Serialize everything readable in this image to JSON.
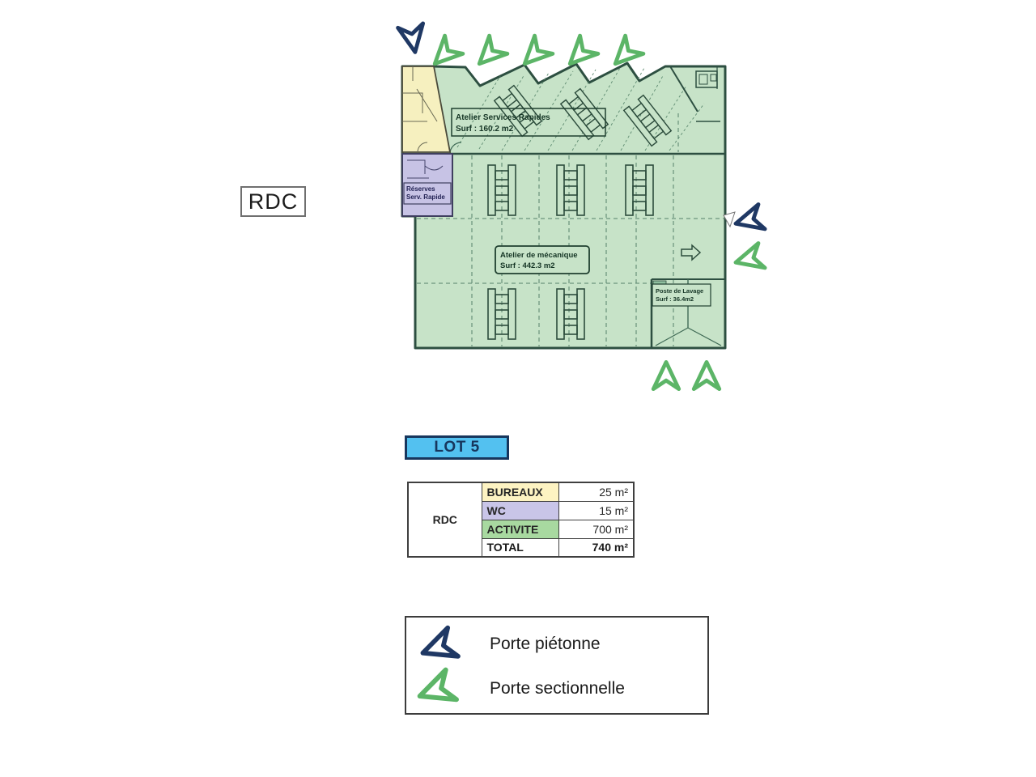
{
  "floor_label": "RDC",
  "lot": {
    "label": "LOT 5"
  },
  "plan": {
    "labels": {
      "atelier_services": {
        "line1": "Atelier Services Rapides",
        "line2": "Surf : 160.2 m2"
      },
      "reserves": {
        "line1": "Réserves",
        "line2": "Serv. Rapide"
      },
      "atelier_mecanique": {
        "line1": "Atelier de mécanique",
        "line2": "Surf : 442.3 m2"
      },
      "poste_lavage": {
        "line1": "Poste de Lavage",
        "line2": "Surf : 36.4m2"
      }
    },
    "area_colors": {
      "activite": "#c7e3c8",
      "bureaux": "#f6f0bf",
      "wc": "#c7c3e5"
    }
  },
  "surface_table": {
    "floor": "RDC",
    "rows": [
      {
        "label": "BUREAUX",
        "value": "25 m²"
      },
      {
        "label": "WC",
        "value": "15 m²"
      },
      {
        "label": "ACTIVITE",
        "value": "700 m²"
      },
      {
        "label": "TOTAL",
        "value": "740 m²"
      }
    ]
  },
  "legend": {
    "items": [
      {
        "icon": "porte-pietonne-arrow-icon",
        "label": "Porte piétonne",
        "color": "#1f3864"
      },
      {
        "icon": "porte-sectionnelle-arrow-icon",
        "label": "Porte sectionnelle",
        "color": "#5cb567"
      }
    ]
  },
  "colors": {
    "lot_fill": "#53c1f0",
    "navy": "#1f3864",
    "door_green": "#5cb567",
    "table_bureaux": "#fdf3c2",
    "table_wc": "#c9c5e8",
    "table_activite": "#a8d9a0"
  }
}
